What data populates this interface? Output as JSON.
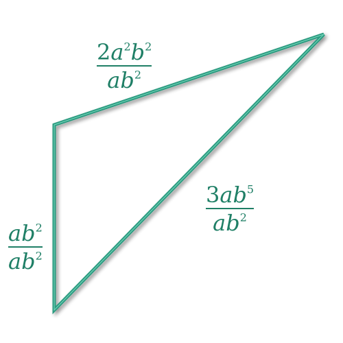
{
  "colors": {
    "stroke": "#2a9a7f",
    "stroke_highlight": "#8fe8cf",
    "label": "#1f7f66"
  },
  "labels": {
    "top": {
      "num_coef": "2",
      "num_a": "a",
      "num_a_exp": "2",
      "num_b": "b",
      "num_b_exp": "2",
      "den_a": "a",
      "den_b": "b",
      "den_b_exp": "2"
    },
    "hypotenuse": {
      "num_coef": "3",
      "num_a": "a",
      "num_b": "b",
      "num_b_exp": "5",
      "den_a": "a",
      "den_b": "b",
      "den_b_exp": "2"
    },
    "left": {
      "num_a": "a",
      "num_b": "b",
      "num_b_exp": "2",
      "den_a": "a",
      "den_b": "b",
      "den_b_exp": "2"
    }
  }
}
